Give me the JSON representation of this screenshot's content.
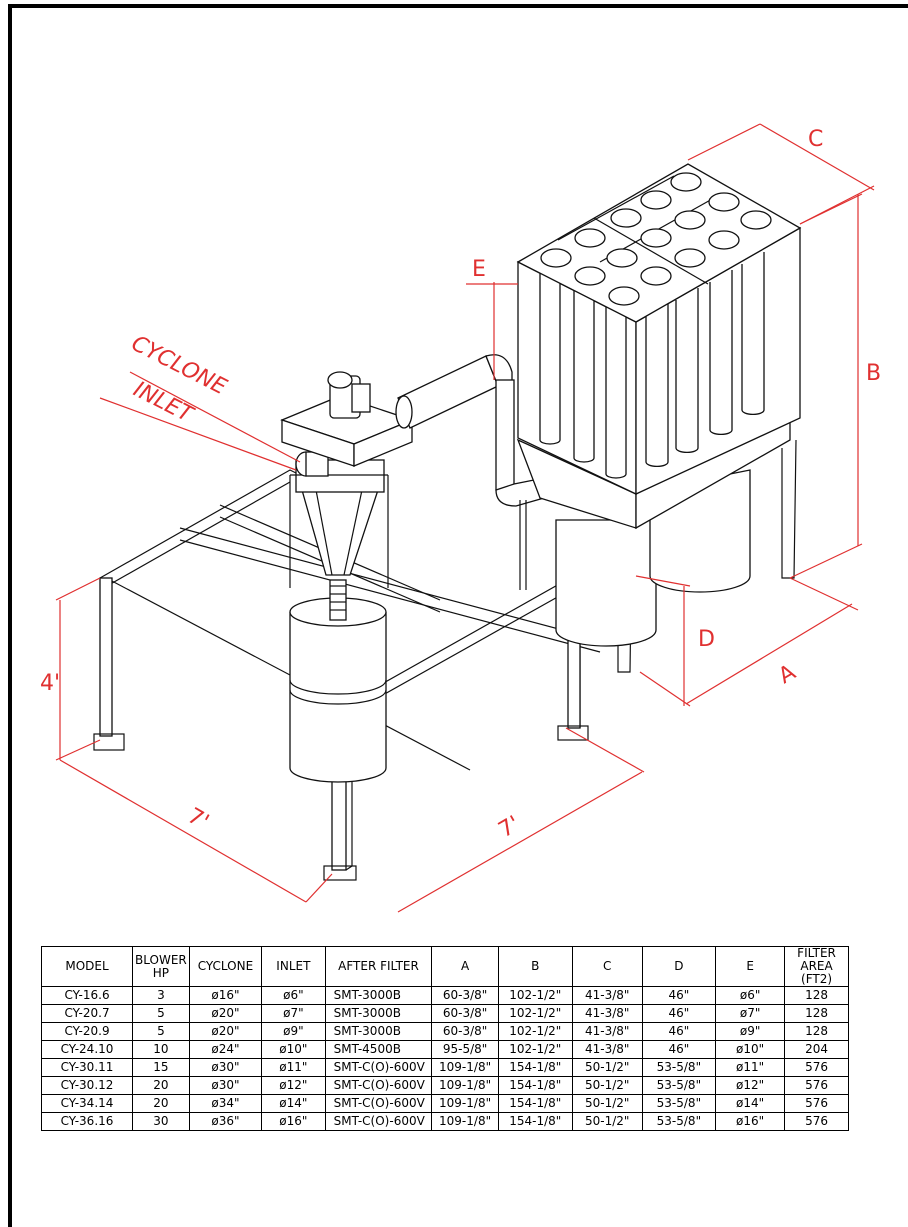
{
  "labels": {
    "cyclone_inlet_line1": "CYCLONE",
    "cyclone_inlet_line2": "INLET",
    "dim_a": "A",
    "dim_b": "B",
    "dim_c": "C",
    "dim_d": "D",
    "dim_e": "E",
    "dim_height": "4'",
    "dim_width_left": "7'",
    "dim_width_right": "7'"
  },
  "table": {
    "headers": [
      "MODEL",
      "BLOWER HP",
      "CYCLONE",
      "INLET",
      "AFTER FILTER",
      "A",
      "B",
      "C",
      "D",
      "E",
      "FILTER AREA (FT2)"
    ],
    "rows": [
      [
        "CY-16.6",
        "3",
        "ø16\"",
        "ø6\"",
        "SMT-3000B",
        "60-3/8\"",
        "102-1/2\"",
        "41-3/8\"",
        "46\"",
        "ø6\"",
        "128"
      ],
      [
        "CY-20.7",
        "5",
        "ø20\"",
        "ø7\"",
        "SMT-3000B",
        "60-3/8\"",
        "102-1/2\"",
        "41-3/8\"",
        "46\"",
        "ø7\"",
        "128"
      ],
      [
        "CY-20.9",
        "5",
        "ø20\"",
        "ø9\"",
        "SMT-3000B",
        "60-3/8\"",
        "102-1/2\"",
        "41-3/8\"",
        "46\"",
        "ø9\"",
        "128"
      ],
      [
        "CY-24.10",
        "10",
        "ø24\"",
        "ø10\"",
        "SMT-4500B",
        "95-5/8\"",
        "102-1/2\"",
        "41-3/8\"",
        "46\"",
        "ø10\"",
        "204"
      ],
      [
        "CY-30.11",
        "15",
        "ø30\"",
        "ø11\"",
        "SMT-C(O)-600V",
        "109-1/8\"",
        "154-1/8\"",
        "50-1/2\"",
        "53-5/8\"",
        "ø11\"",
        "576"
      ],
      [
        "CY-30.12",
        "20",
        "ø30\"",
        "ø12\"",
        "SMT-C(O)-600V",
        "109-1/8\"",
        "154-1/8\"",
        "50-1/2\"",
        "53-5/8\"",
        "ø12\"",
        "576"
      ],
      [
        "CY-34.14",
        "20",
        "ø34\"",
        "ø14\"",
        "SMT-C(O)-600V",
        "109-1/8\"",
        "154-1/8\"",
        "50-1/2\"",
        "53-5/8\"",
        "ø14\"",
        "576"
      ],
      [
        "CY-36.16",
        "30",
        "ø36\"",
        "ø16\"",
        "SMT-C(O)-600V",
        "109-1/8\"",
        "154-1/8\"",
        "50-1/2\"",
        "53-5/8\"",
        "ø16\"",
        "576"
      ]
    ]
  }
}
